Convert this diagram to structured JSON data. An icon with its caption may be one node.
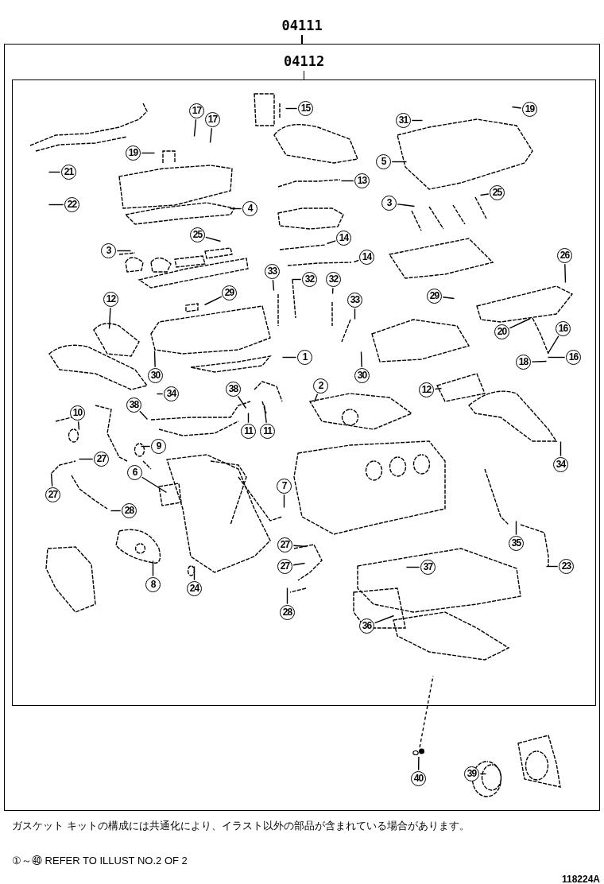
{
  "diagram": {
    "nodes": [
      {
        "text": [
          "04111"
        ]
      },
      {
        "text": [
          "04112"
        ],
        "in": 0
      },
      {
        "text": [
          "17"
        ],
        "in": 1
      },
      {
        "text": [
          "17"
        ],
        "in": 1
      },
      {
        "text": [
          "15"
        ],
        "in": 1
      },
      {
        "text": [
          "31"
        ],
        "in": 1
      },
      {
        "text": [
          "19"
        ],
        "in": 1
      },
      {
        "text": [
          "19"
        ],
        "in": 1
      },
      {
        "text": [
          "21"
        ],
        "in": 1
      },
      {
        "text": [
          "22"
        ],
        "in": 1
      },
      {
        "text": [
          "5"
        ],
        "in": 1
      },
      {
        "text": [
          "13"
        ],
        "in": 1
      },
      {
        "text": [
          "4"
        ],
        "in": 1
      },
      {
        "text": [
          "3"
        ],
        "in": 1
      },
      {
        "text": [
          "25"
        ],
        "in": 1
      },
      {
        "text": [
          "25"
        ],
        "in": 1
      },
      {
        "text": [
          "3"
        ],
        "in": 1
      },
      {
        "text": [
          "14"
        ],
        "in": 1
      },
      {
        "text": [
          "14"
        ],
        "in": 1
      },
      {
        "text": [
          "33"
        ],
        "in": 1
      },
      {
        "text": [
          "32"
        ],
        "in": 1
      },
      {
        "text": [
          "32"
        ],
        "in": 1
      },
      {
        "text": [
          "33"
        ],
        "in": 1
      },
      {
        "text": [
          "29"
        ],
        "in": 1
      },
      {
        "text": [
          "29"
        ],
        "in": 1
      },
      {
        "text": [
          "26"
        ],
        "in": 1
      },
      {
        "text": [
          "12"
        ],
        "in": 1
      },
      {
        "text": [
          "1"
        ],
        "in": 1
      },
      {
        "text": [
          "30"
        ],
        "in": 1
      },
      {
        "text": [
          "30"
        ],
        "in": 1
      },
      {
        "text": [
          "20"
        ],
        "in": 1
      },
      {
        "text": [
          "16"
        ],
        "in": 1
      },
      {
        "text": [
          "16"
        ],
        "in": 1
      },
      {
        "text": [
          "18"
        ],
        "in": 1
      },
      {
        "text": [
          "34"
        ],
        "in": 1
      },
      {
        "text": [
          "2"
        ],
        "in": 1
      },
      {
        "text": [
          "12"
        ],
        "in": 1
      },
      {
        "text": [
          "38"
        ],
        "in": 1
      },
      {
        "text": [
          "38"
        ],
        "in": 1
      },
      {
        "text": [
          "10"
        ],
        "in": 1
      },
      {
        "text": [
          "11"
        ],
        "in": 1
      },
      {
        "text": [
          "11"
        ],
        "in": 1
      },
      {
        "text": [
          "9"
        ],
        "in": 1
      },
      {
        "text": [
          "27"
        ],
        "in": 1
      },
      {
        "text": [
          "6"
        ],
        "in": 1
      },
      {
        "text": [
          "27"
        ],
        "in": 1
      },
      {
        "text": [
          "7"
        ],
        "in": 1
      },
      {
        "text": [
          "34"
        ],
        "in": 1
      },
      {
        "text": [
          "28"
        ],
        "in": 1
      },
      {
        "text": [
          "35"
        ],
        "in": 1
      },
      {
        "text": [
          "27"
        ],
        "in": 1
      },
      {
        "text": [
          "23"
        ],
        "in": 1
      },
      {
        "text": [
          "8"
        ],
        "in": 1
      },
      {
        "text": [
          "24"
        ],
        "in": 1
      },
      {
        "text": [
          "27"
        ],
        "in": 1
      },
      {
        "text": [
          "37"
        ],
        "in": 1
      },
      {
        "text": [
          "28"
        ],
        "in": 1
      },
      {
        "text": [
          "36"
        ],
        "in": 1
      },
      {
        "text": [
          "40"
        ],
        "in": 0
      },
      {
        "text": [
          "39"
        ],
        "in": 0
      },
      {
        "text": [],
        "shape": "picture",
        "in": 0
      }
    ],
    "edges": [
      {
        "from": 2,
        "to": null,
        "arrow": "none"
      },
      {
        "from": 3,
        "to": null,
        "arrow": "none"
      },
      {
        "from": 4,
        "to": null,
        "arrow": "none"
      },
      {
        "from": 5,
        "to": null,
        "arrow": "none"
      },
      {
        "from": 6,
        "to": null,
        "arrow": "none"
      },
      {
        "from": 7,
        "to": null,
        "arrow": "none"
      },
      {
        "from": 8,
        "to": null,
        "arrow": "none"
      },
      {
        "from": 9,
        "to": null,
        "arrow": "none"
      },
      {
        "from": 10,
        "to": null,
        "arrow": "none"
      },
      {
        "from": 11,
        "to": null,
        "arrow": "none"
      },
      {
        "from": 12,
        "to": null,
        "arrow": "none"
      },
      {
        "from": 13,
        "to": null,
        "arrow": "none"
      },
      {
        "from": 14,
        "to": null,
        "arrow": "none"
      },
      {
        "from": 15,
        "to": null,
        "arrow": "none"
      },
      {
        "from": 16,
        "to": null,
        "arrow": "none"
      },
      {
        "from": 17,
        "to": null,
        "arrow": "none"
      },
      {
        "from": 18,
        "to": null,
        "arrow": "none"
      },
      {
        "from": 19,
        "to": null,
        "arrow": "none"
      },
      {
        "from": 20,
        "to": null,
        "arrow": "none"
      },
      {
        "from": 21,
        "to": null,
        "arrow": "none"
      },
      {
        "from": 22,
        "to": null,
        "arrow": "none"
      },
      {
        "from": 23,
        "to": null,
        "arrow": "none"
      },
      {
        "from": 24,
        "to": null,
        "arrow": "none"
      },
      {
        "from": 25,
        "to": null,
        "arrow": "none"
      },
      {
        "from": 26,
        "to": null,
        "arrow": "none"
      },
      {
        "from": 27,
        "to": null,
        "arrow": "none"
      },
      {
        "from": 28,
        "to": null,
        "arrow": "none"
      },
      {
        "from": 29,
        "to": null,
        "arrow": "none"
      },
      {
        "from": 30,
        "to": null,
        "arrow": "none"
      },
      {
        "from": 31,
        "to": null,
        "arrow": "none"
      },
      {
        "from": 32,
        "to": null,
        "arrow": "none"
      },
      {
        "from": 33,
        "to": null,
        "arrow": "none"
      },
      {
        "from": 34,
        "to": null,
        "arrow": "none"
      },
      {
        "from": 35,
        "to": null,
        "arrow": "none"
      },
      {
        "from": 36,
        "to": null,
        "arrow": "none"
      },
      {
        "from": 37,
        "to": null,
        "arrow": "none"
      },
      {
        "from": 38,
        "to": null,
        "arrow": "none"
      },
      {
        "from": 39,
        "to": null,
        "arrow": "none"
      },
      {
        "from": 40,
        "to": null,
        "arrow": "none"
      },
      {
        "from": 41,
        "to": null,
        "arrow": "none"
      },
      {
        "from": 42,
        "to": null,
        "arrow": "none"
      },
      {
        "from": 43,
        "to": null,
        "arrow": "none"
      },
      {
        "from": 44,
        "to": null,
        "arrow": "none"
      },
      {
        "from": 45,
        "to": null,
        "arrow": "none"
      },
      {
        "from": 46,
        "to": null,
        "arrow": "none"
      },
      {
        "from": 47,
        "to": null,
        "arrow": "none"
      },
      {
        "from": 48,
        "to": null,
        "arrow": "none"
      },
      {
        "from": 49,
        "to": null,
        "arrow": "none"
      },
      {
        "from": 50,
        "to": null,
        "arrow": "none"
      },
      {
        "from": 51,
        "to": null,
        "arrow": "none"
      },
      {
        "from": 52,
        "to": null,
        "arrow": "none"
      },
      {
        "from": 53,
        "to": null,
        "arrow": "none"
      },
      {
        "from": 54,
        "to": null,
        "arrow": "none"
      },
      {
        "from": 55,
        "to": null,
        "arrow": "none"
      },
      {
        "from": 56,
        "to": null,
        "arrow": "none"
      },
      {
        "from": 57,
        "to": null,
        "arrow": "none"
      },
      {
        "from": 58,
        "to": 60,
        "arrow": "none"
      },
      {
        "from": 59,
        "to": null,
        "arrow": "none"
      },
      {
        "from": 60,
        "to": null,
        "arrow": "none",
        "style": "dashed"
      }
    ],
    "labels": [
      "ガスケット キットの構成には共通化により、イラスト以外の部品が含まれている場合があります。",
      "①～㊵ REFER TO ILLUST NO.2 OF 2",
      "118224A"
    ]
  }
}
